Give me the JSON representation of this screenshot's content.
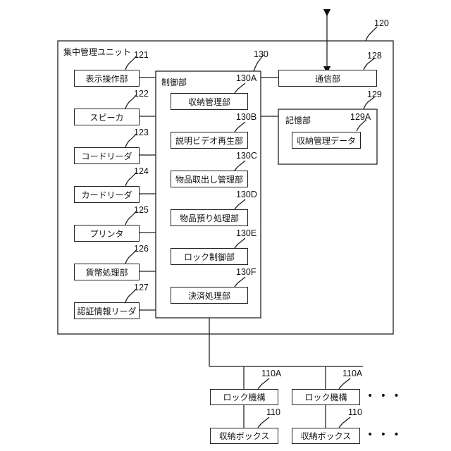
{
  "unit": {
    "title": "集中管理ユニット",
    "ref": "120"
  },
  "control": {
    "title": "制御部",
    "ref": "130"
  },
  "left_items": [
    {
      "label": "表示操作部",
      "ref": "121"
    },
    {
      "label": "スピーカ",
      "ref": "122"
    },
    {
      "label": "コードリーダ",
      "ref": "123"
    },
    {
      "label": "カードリーダ",
      "ref": "124"
    },
    {
      "label": "プリンタ",
      "ref": "125"
    },
    {
      "label": "貨幣処理部",
      "ref": "126"
    },
    {
      "label": "認証情報リーダ",
      "ref": "127"
    }
  ],
  "control_items": [
    {
      "label": "収納管理部",
      "ref": "130A"
    },
    {
      "label": "説明ビデオ再生部",
      "ref": "130B"
    },
    {
      "label": "物品取出し管理部",
      "ref": "130C"
    },
    {
      "label": "物品預り処理部",
      "ref": "130D"
    },
    {
      "label": "ロック制御部",
      "ref": "130E"
    },
    {
      "label": "決済処理部",
      "ref": "130F"
    }
  ],
  "comm": {
    "label": "通信部",
    "ref": "128"
  },
  "storage": {
    "title": "記憶部",
    "ref": "129",
    "data_label": "収納管理データ",
    "data_ref": "129A"
  },
  "lock_row": [
    {
      "label": "ロック機構",
      "ref": "110A"
    },
    {
      "label": "ロック機構",
      "ref": "110A"
    }
  ],
  "box_row": [
    {
      "label": "収納ボックス",
      "ref": "110"
    },
    {
      "label": "収納ボックス",
      "ref": "110"
    }
  ],
  "ellipsis": "• • •"
}
